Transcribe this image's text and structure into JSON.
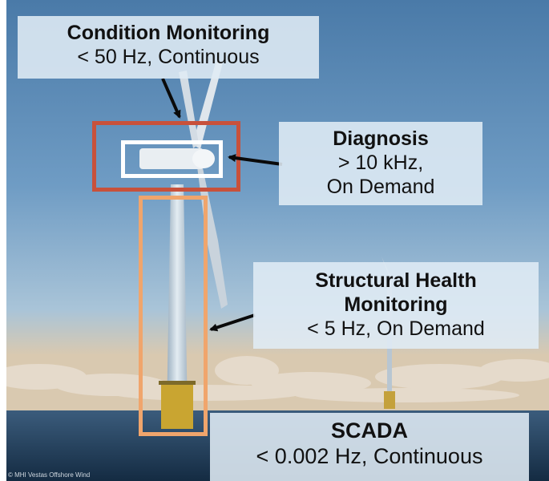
{
  "labels": {
    "condition_monitoring": {
      "title": "Condition Monitoring",
      "sub": "< 50 Hz, Continuous"
    },
    "diagnosis": {
      "title": "Diagnosis",
      "sub1": "> 10 kHz,",
      "sub2": "On Demand"
    },
    "structural_health": {
      "title1": "Structural Health",
      "title2": "Monitoring",
      "sub": "< 5 Hz, On Demand"
    },
    "scada": {
      "title": "SCADA",
      "sub": "< 0.002 Hz, Continuous"
    }
  },
  "credit": "© MHI Vestas Offshore Wind",
  "colors": {
    "red_frame": "#c8513b",
    "white_frame": "#ffffff",
    "orange_frame": "#f0a56c",
    "sky_top": "#4f7fad",
    "sea": "#1e3a57"
  }
}
